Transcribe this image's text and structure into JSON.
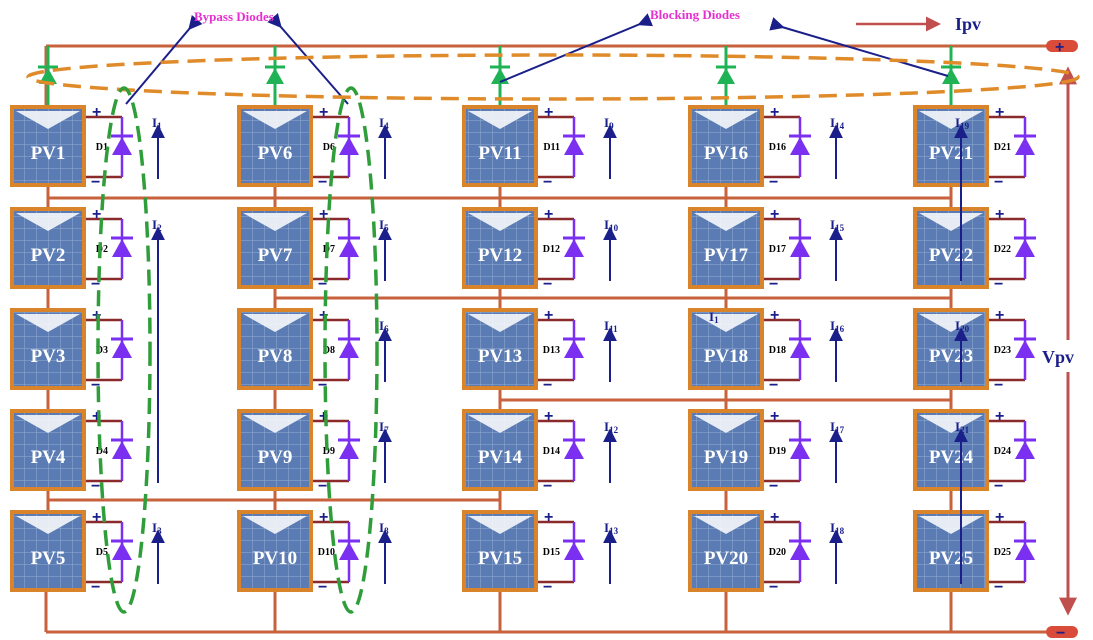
{
  "annotations": {
    "bypass": "Bypass Diodes",
    "blocking": "Blocking Diodes",
    "ipv": "Ipv",
    "vpv": "Vpv",
    "plus": "+",
    "minus": "−"
  },
  "columns": [
    {
      "panels": [
        "PV1",
        "PV2",
        "PV3",
        "PV4",
        "PV5"
      ],
      "diodes": [
        "D1",
        "D2",
        "D3",
        "D4",
        "D5"
      ],
      "currents": [
        {
          "main": "I",
          "sub": "1"
        },
        {
          "main": "I",
          "sub": "2"
        },
        {
          "main": "I",
          "sub": "3"
        }
      ]
    },
    {
      "panels": [
        "PV6",
        "PV7",
        "PV8",
        "PV9",
        "PV10"
      ],
      "diodes": [
        "D6",
        "D7",
        "D8",
        "D9",
        "D10"
      ],
      "currents": [
        {
          "main": "I",
          "sub": "4"
        },
        {
          "main": "I",
          "sub": "5"
        },
        {
          "main": "I",
          "sub": "6"
        },
        {
          "main": "I",
          "sub": "7"
        },
        {
          "main": "I",
          "sub": "8"
        }
      ]
    },
    {
      "panels": [
        "PV11",
        "PV12",
        "PV13",
        "PV14",
        "PV15"
      ],
      "diodes": [
        "D11",
        "D12",
        "D13",
        "D14",
        "D15"
      ],
      "currents": [
        {
          "main": "I",
          "sub": "9"
        },
        {
          "main": "I",
          "sub": "10"
        },
        {
          "main": "I",
          "sub": "11"
        },
        {
          "main": "I",
          "sub": "12"
        },
        {
          "main": "I",
          "sub": "13"
        }
      ]
    },
    {
      "panels": [
        "PV16",
        "PV17",
        "PV18",
        "PV19",
        "PV20"
      ],
      "diodes": [
        "D16",
        "D17",
        "D18",
        "D19",
        "D20"
      ],
      "currents": [
        {
          "main": "I",
          "sub": "14"
        },
        {
          "main": "I",
          "sub": "15"
        },
        {
          "main": "I",
          "sub": "16"
        },
        {
          "main": "I",
          "sub": "17"
        },
        {
          "main": "I",
          "sub": "18"
        }
      ]
    },
    {
      "panels": [
        "PV21",
        "PV22",
        "PV23",
        "PV24",
        "PV25"
      ],
      "diodes": [
        "D21",
        "D22",
        "D23",
        "D24",
        "D25"
      ],
      "currents": [
        {
          "main": "I",
          "sub": "19"
        },
        {
          "main": "I",
          "sub": "20"
        },
        {
          "main": "I",
          "sub": "21"
        }
      ]
    }
  ],
  "stray_label": {
    "main": "I",
    "sub": "1"
  },
  "colors": {
    "wire": "#c8623d",
    "panel_frame": "#d9832a",
    "panel_cell": "#5a7bb3",
    "panel_grid": "#94aed3",
    "diode": "#7b2ff0",
    "blocking_diode": "#1fb356",
    "bypass_loop": "#2f9e3a",
    "blocking_loop": "#e08b2a",
    "annotation_pink": "#e62fd0",
    "label_navy": "#1a1f8a"
  }
}
